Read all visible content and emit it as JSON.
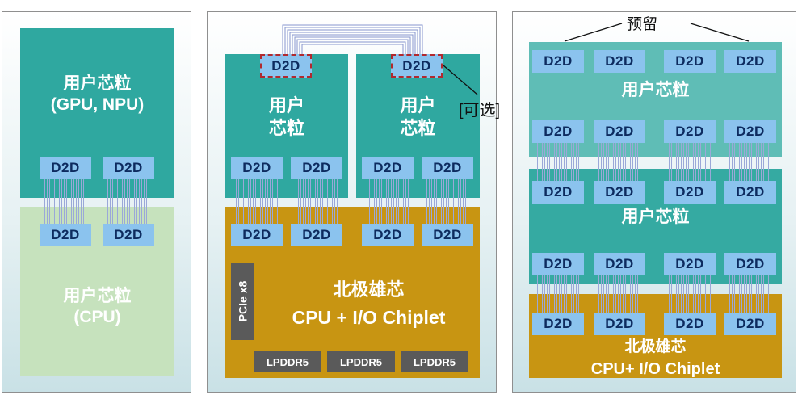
{
  "colors": {
    "user_chiplet": "#2fa8a0",
    "cpu_chiplet": "#c6e2bd",
    "io_chiplet": "#c89512",
    "d2d": "#8bc3ee",
    "d2d_text": "#0d2b5f",
    "wire": "#9aa8d8",
    "optional_border": "#b2292e",
    "memory": "#5a5a5a"
  },
  "panel1": {
    "top_chiplet": "用户芯粒\n(GPU, NPU)",
    "bottom_chiplet": "用户芯粒\n(CPU)",
    "d2d_label": "D2D"
  },
  "panel2": {
    "left_chiplet": "用户\n芯粒",
    "right_chiplet": "用户\n芯粒",
    "optional_label": "[可选]",
    "d2d_label": "D2D",
    "base_name": "北极雄芯",
    "base_sub": "CPU + I/O Chiplet",
    "pcie_label": "PCIe x8",
    "memory": [
      "LPDDR5",
      "LPDDR5",
      "LPDDR5"
    ]
  },
  "panel3": {
    "reserved_label": "预留",
    "top_chiplet": "用户芯粒",
    "middle_chiplet": "用户芯粒",
    "base_name": "北极雄芯",
    "base_sub": "CPU+ I/O Chiplet",
    "d2d_label": "D2D"
  }
}
